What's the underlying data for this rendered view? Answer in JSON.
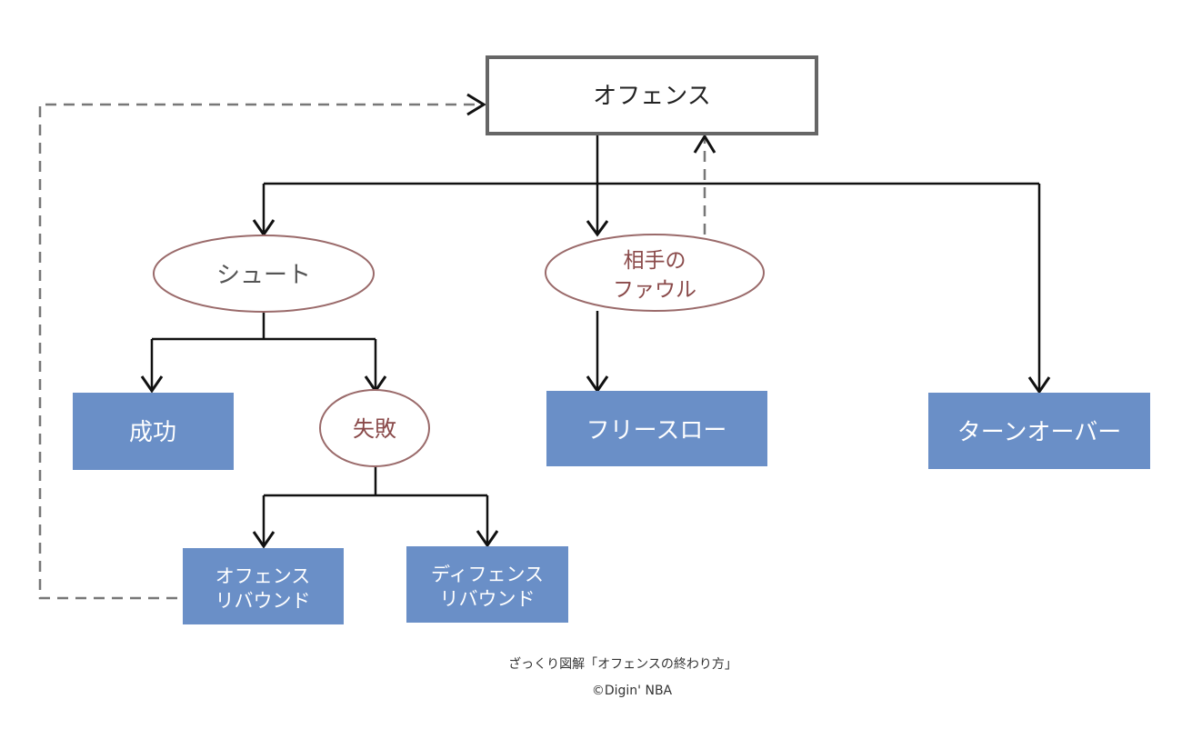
{
  "diagram": {
    "colors": {
      "box_fill": "#6a8fc7",
      "box_text": "#ffffff",
      "ellipse_stroke": "#9a6a6a",
      "ellipse_text": "#8a4a4a",
      "root_stroke": "#666666",
      "root_text": "#222222",
      "line": "#111111",
      "dashed": "#777777"
    },
    "nodes": {
      "offense": "オフェンス",
      "shoot": "シュート",
      "foul_line1": "相手の",
      "foul_line2": "ファウル",
      "success": "成功",
      "fail": "失敗",
      "free_throw": "フリースロー",
      "turnover": "ターンオーバー",
      "off_rebound_line1": "オフェンス",
      "off_rebound_line2": "リバウンド",
      "def_rebound_line1": "ディフェンス",
      "def_rebound_line2": "リバウンド"
    },
    "edges": [
      {
        "from": "offense",
        "to": "shoot",
        "style": "solid"
      },
      {
        "from": "offense",
        "to": "foul",
        "style": "solid"
      },
      {
        "from": "offense",
        "to": "turnover",
        "style": "solid"
      },
      {
        "from": "shoot",
        "to": "success",
        "style": "solid"
      },
      {
        "from": "shoot",
        "to": "fail",
        "style": "solid"
      },
      {
        "from": "foul",
        "to": "free_throw",
        "style": "solid"
      },
      {
        "from": "fail",
        "to": "off_rebound",
        "style": "solid"
      },
      {
        "from": "fail",
        "to": "def_rebound",
        "style": "solid"
      },
      {
        "from": "off_rebound",
        "to": "offense",
        "style": "dashed"
      },
      {
        "from": "foul",
        "to": "offense",
        "style": "dashed"
      }
    ]
  },
  "caption": {
    "title": "ざっくり図解「オフェンスの終わり方」",
    "credit": "©Digin' NBA"
  }
}
